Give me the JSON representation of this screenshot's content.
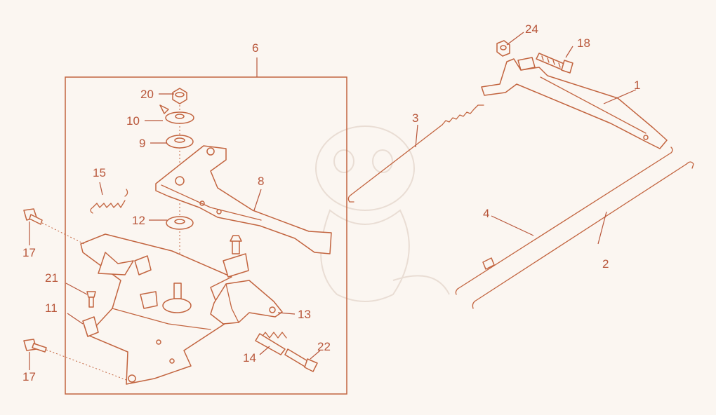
{
  "callouts": {
    "c1": "1",
    "c2": "2",
    "c3": "3",
    "c4": "4",
    "c6": "6",
    "c8": "8",
    "c9": "9",
    "c10": "10",
    "c11": "11",
    "c12": "12",
    "c13": "13",
    "c14": "14",
    "c15": "15",
    "c17a": "17",
    "c17b": "17",
    "c18": "18",
    "c20": "20",
    "c21": "21",
    "c22": "22",
    "c24": "24"
  },
  "colors": {
    "line": "#c2643f",
    "background": "#fbf6f1"
  }
}
